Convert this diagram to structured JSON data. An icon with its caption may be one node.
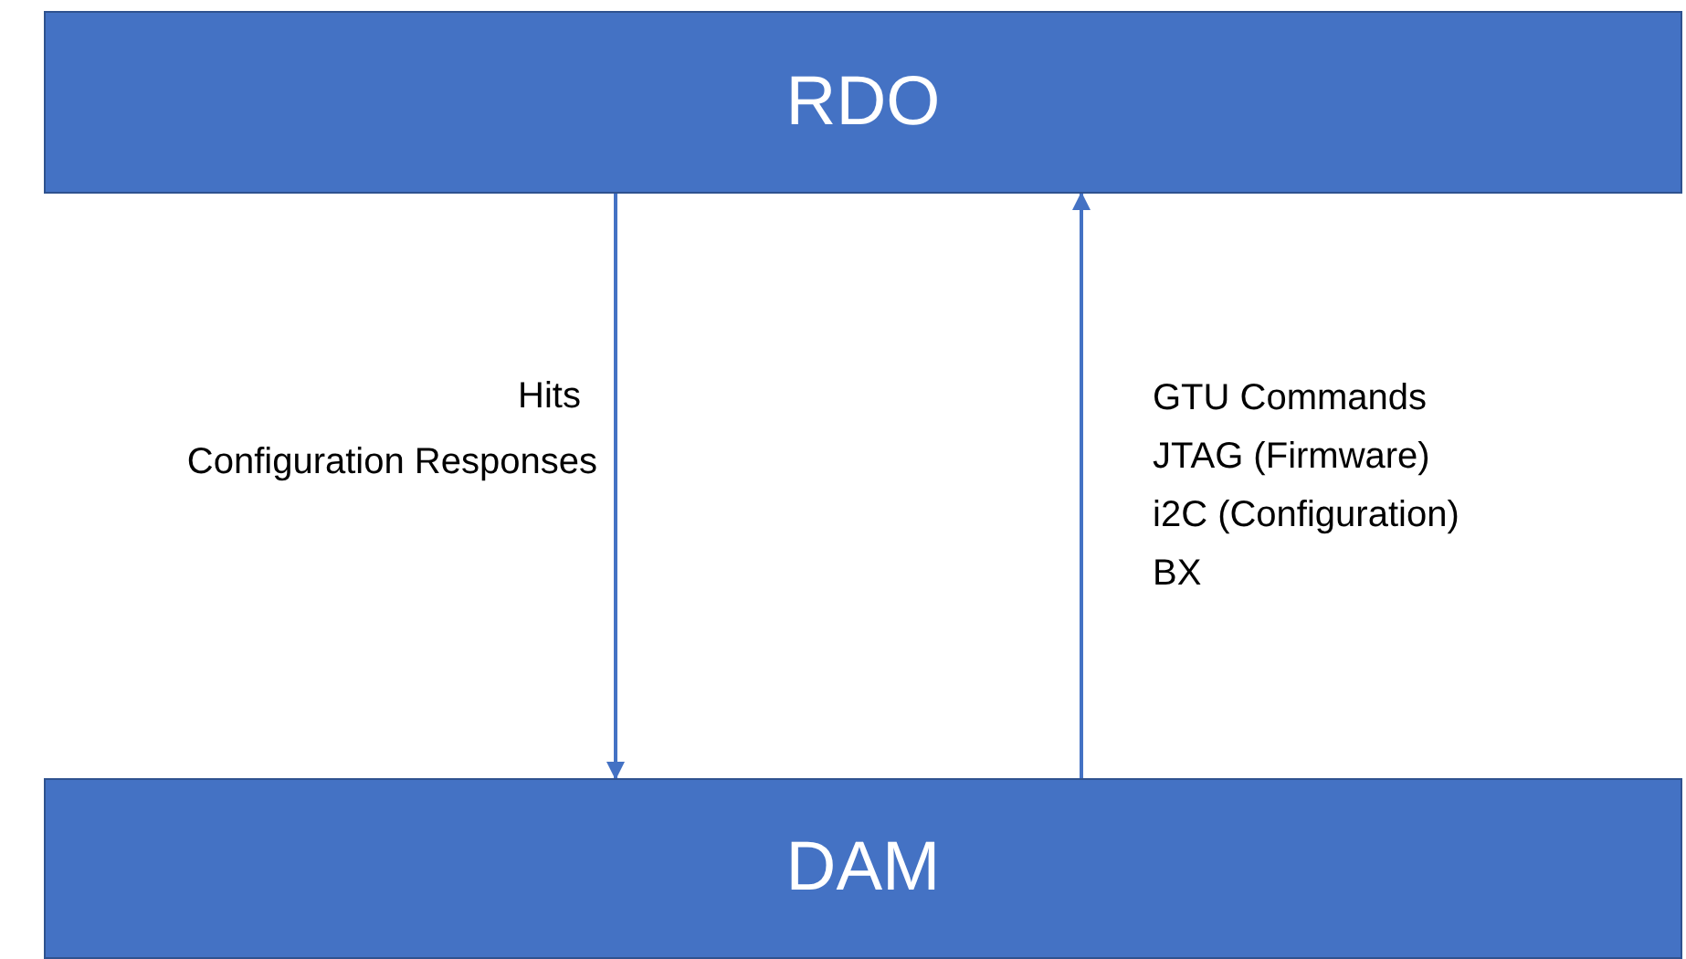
{
  "diagram": {
    "nodes": [
      {
        "text": [
          "RDO"
        ]
      },
      {
        "text": [
          "DAM"
        ]
      }
    ],
    "edges": [
      {
        "from": 0,
        "to": 1,
        "arrow": "to"
      },
      {
        "from": 1,
        "to": 0,
        "arrow": "to"
      }
    ],
    "labels": [
      "Hits",
      "Configuration Responses",
      "GTU Commands",
      "JTAG (Firmware)",
      "i2C (Configuration)",
      "BX"
    ]
  }
}
